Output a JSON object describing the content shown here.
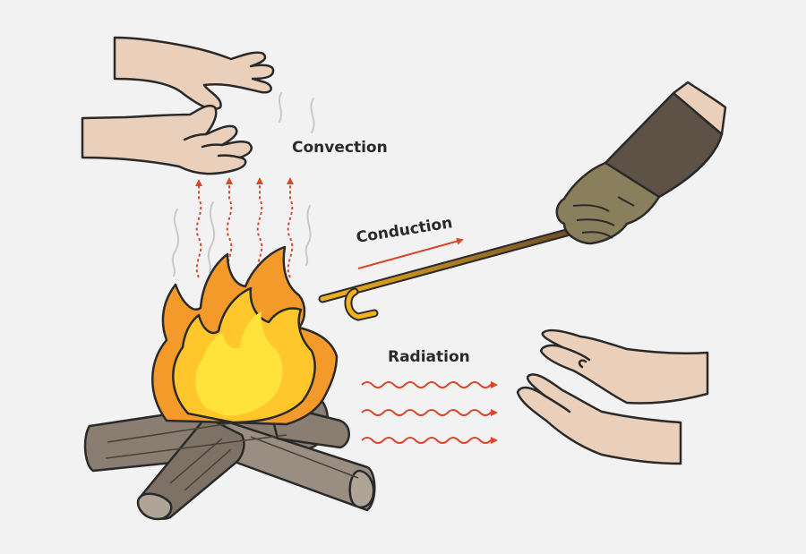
{
  "labels": {
    "convection": "Convection",
    "conduction": "Conduction",
    "radiation": "Radiation"
  },
  "colors": {
    "background": "#f2f2f3",
    "arrow_red": "#d9472b",
    "flame_outer": "#f39a2b",
    "flame_mid": "#ffc72c",
    "flame_core": "#ffe33a",
    "wood": "#8a7e72",
    "skin": "#ead0bb",
    "glove": "#8a7f5c",
    "sleeve": "#5e5247",
    "poker_gold": "#f2b31c",
    "poker_brown": "#6b4a2a"
  }
}
